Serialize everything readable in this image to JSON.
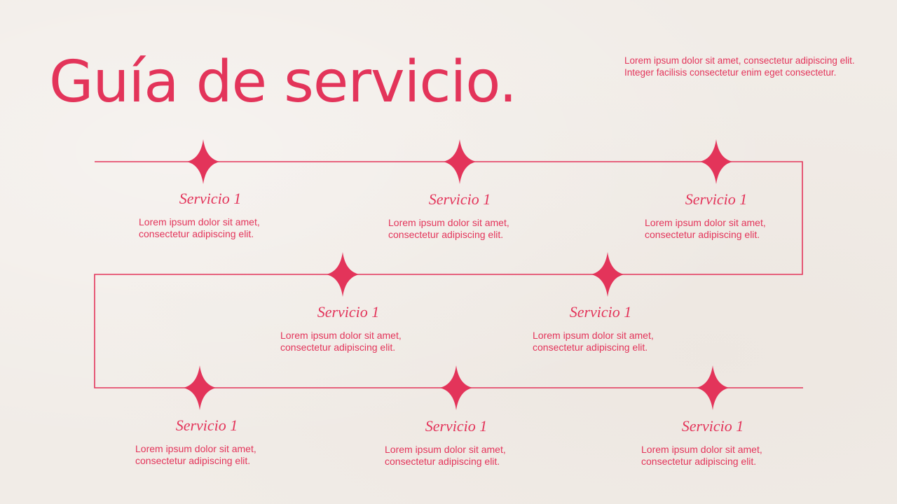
{
  "header": {
    "title": "Guía de servicio.",
    "intro": "Lorem ipsum dolor sit amet, consectetur adipiscing elit. Integer facilisis consectetur enim eget consectetur."
  },
  "colors": {
    "accent": "#e3345a",
    "background": "#f1ece7"
  },
  "services": [
    {
      "title": "Servicio 1",
      "description": "Lorem ipsum dolor sit amet, consectetur adipiscing elit."
    },
    {
      "title": "Servicio 1",
      "description": "Lorem ipsum dolor sit amet, consectetur adipiscing elit."
    },
    {
      "title": "Servicio 1",
      "description": "Lorem ipsum dolor sit amet, consectetur adipiscing elit."
    },
    {
      "title": "Servicio 1",
      "description": "Lorem ipsum dolor sit amet, consectetur adipiscing elit."
    },
    {
      "title": "Servicio 1",
      "description": "Lorem ipsum dolor sit amet, consectetur adipiscing elit."
    },
    {
      "title": "Servicio 1",
      "description": "Lorem ipsum dolor sit amet, consectetur adipiscing elit."
    },
    {
      "title": "Servicio 1",
      "description": "Lorem ipsum dolor sit amet, consectetur adipiscing elit."
    },
    {
      "title": "Servicio 1",
      "description": "Lorem ipsum dolor sit amet, consectetur adipiscing elit."
    }
  ]
}
